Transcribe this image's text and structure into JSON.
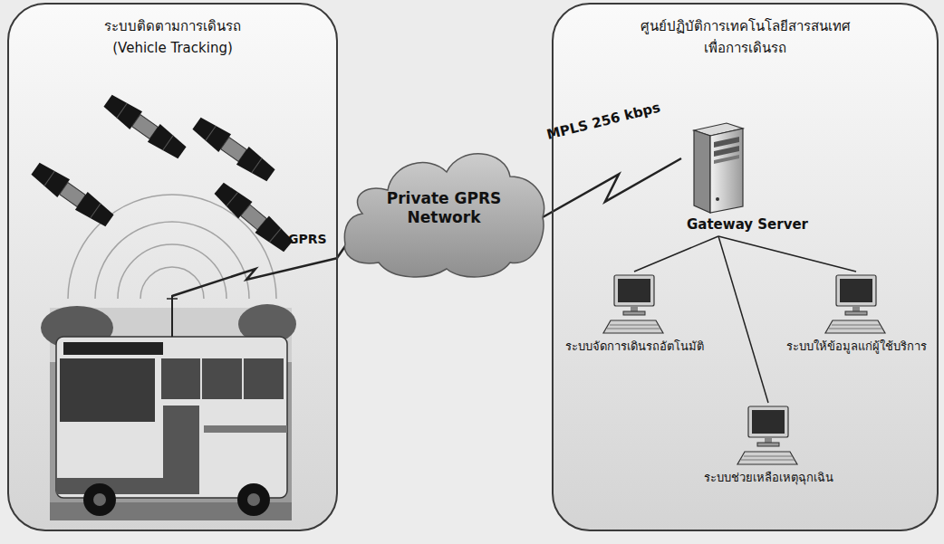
{
  "diagram": {
    "nodes": [
      {
        "text": [
          "ระบบติดตามการเดินรถ",
          "(Vehicle Tracking)"
        ]
      },
      {
        "text": [
          "Private GPRS Network"
        ]
      },
      {
        "text": [
          "ศูนย์ปฏิบัติการเทคโนโลยีสารสนเทศ",
          "เพื่อการเดินรถ"
        ]
      },
      {
        "text": [
          "Gateway Server"
        ],
        "in": 2
      },
      {
        "text": [
          "ระบบจัดการเดินรถอัตโนมัติ"
        ],
        "in": 2
      },
      {
        "text": [
          "ระบบให้ข้อมูลแก่ผู้ใช้บริการ"
        ],
        "in": 2
      },
      {
        "text": [
          "ระบบช่วยเหลือเหตุฉุกเฉิน"
        ],
        "in": 2
      }
    ],
    "edges": [
      {
        "from": 0,
        "to": 1,
        "label": "GPRS",
        "arrow": "none"
      },
      {
        "from": 1,
        "to": 3,
        "label": "MPLS 256 kbps",
        "arrow": "none"
      },
      {
        "from": 3,
        "to": 4,
        "arrow": "none"
      },
      {
        "from": 3,
        "to": 5,
        "arrow": "none"
      },
      {
        "from": 3,
        "to": 6,
        "arrow": "none"
      }
    ]
  }
}
